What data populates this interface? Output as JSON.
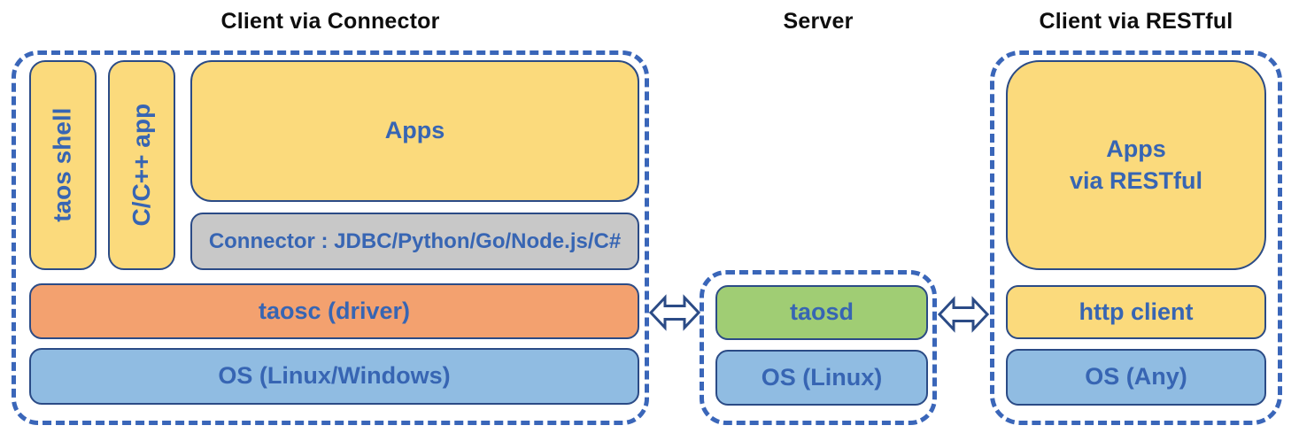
{
  "diagram": {
    "connector_client": {
      "title": "Client via Connector",
      "taos_shell": "taos shell",
      "cpp_app": "C/C++ app",
      "apps": "Apps",
      "connector": "Connector : JDBC/Python/Go/Node.js/C#",
      "taosc": "taosc (driver)",
      "os": "OS (Linux/Windows)"
    },
    "server": {
      "title": "Server",
      "taosd": "taosd",
      "os": "OS (Linux)"
    },
    "restful_client": {
      "title": "Client via RESTful",
      "apps_line1": "Apps",
      "apps_line2": "via RESTful",
      "http_client": "http client",
      "os": "OS (Any)"
    },
    "colors": {
      "box_yellow": "#fbda7c",
      "box_orange": "#f3a16f",
      "box_blue": "#90bce2",
      "box_green": "#a0cd74",
      "box_gray": "#c8c8c8",
      "box_border_navy": "#2b4b86",
      "dashed_border_blue": "#3a66b9",
      "label_blue": "#3765b3",
      "title_black": "#0e0e0e"
    }
  }
}
